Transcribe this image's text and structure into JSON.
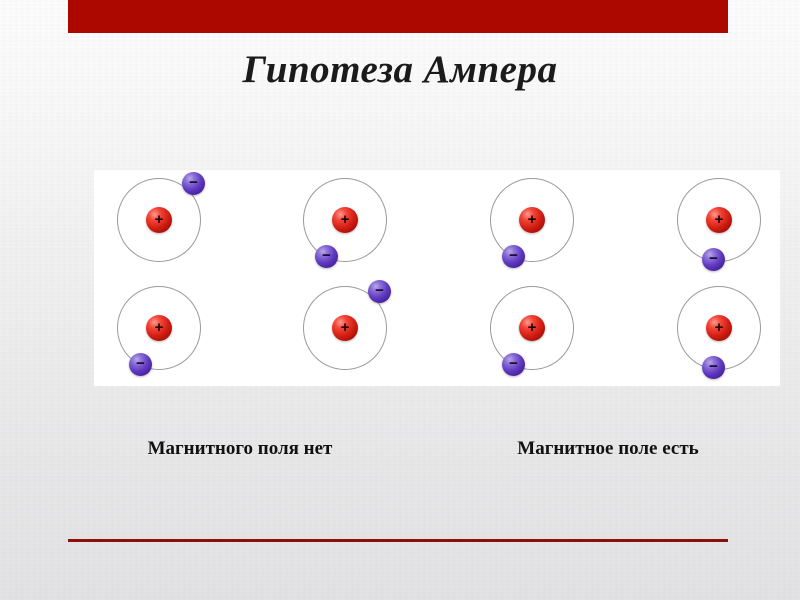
{
  "slide": {
    "title": "Гипотеза Ампера",
    "accent_color": "#ad0800",
    "rule_color": "#8d1008",
    "background_color": "#f1f1f1"
  },
  "illustration": {
    "panel_background": "#ffffff",
    "nucleus_color": "#d21d12",
    "electron_color": "#5f38c0",
    "orbit_color": "#9a9a9a",
    "nucleus_sign": "+",
    "electron_sign": "−",
    "rows": [
      {
        "name": "disordered-row",
        "atoms": [
          {
            "electron_position": "top-right"
          },
          {
            "electron_position": "bottom-left"
          },
          {
            "electron_position": "bottom-left"
          },
          {
            "electron_position": "bottom"
          }
        ]
      },
      {
        "name": "ordered-row",
        "atoms": [
          {
            "electron_position": "bottom-left"
          },
          {
            "electron_position": "top-right"
          },
          {
            "electron_position": "bottom-left"
          },
          {
            "electron_position": "bottom"
          }
        ]
      }
    ]
  },
  "captions": {
    "left": "Магнитного поля нет",
    "right": "Магнитное поле есть"
  }
}
